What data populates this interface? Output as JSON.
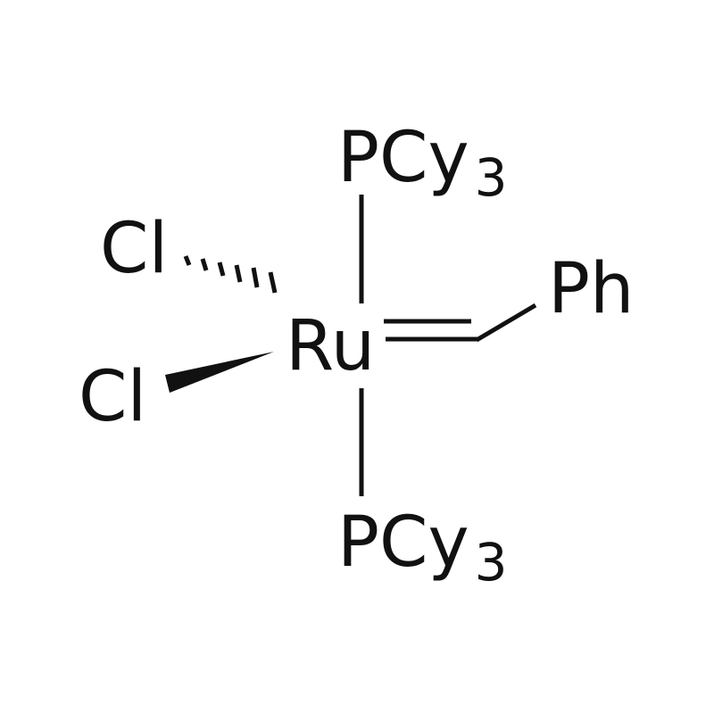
{
  "molecule": {
    "metal": "Ru",
    "ligand_top": {
      "main": "PCy",
      "subscript": "3"
    },
    "ligand_bottom": {
      "main": "PCy",
      "subscript": "3"
    },
    "chloride_hashed": "Cl",
    "chloride_wedge": "Cl",
    "carbene_substituent": "Ph"
  },
  "colors": {
    "ink": "#111111",
    "background": "#ffffff"
  }
}
